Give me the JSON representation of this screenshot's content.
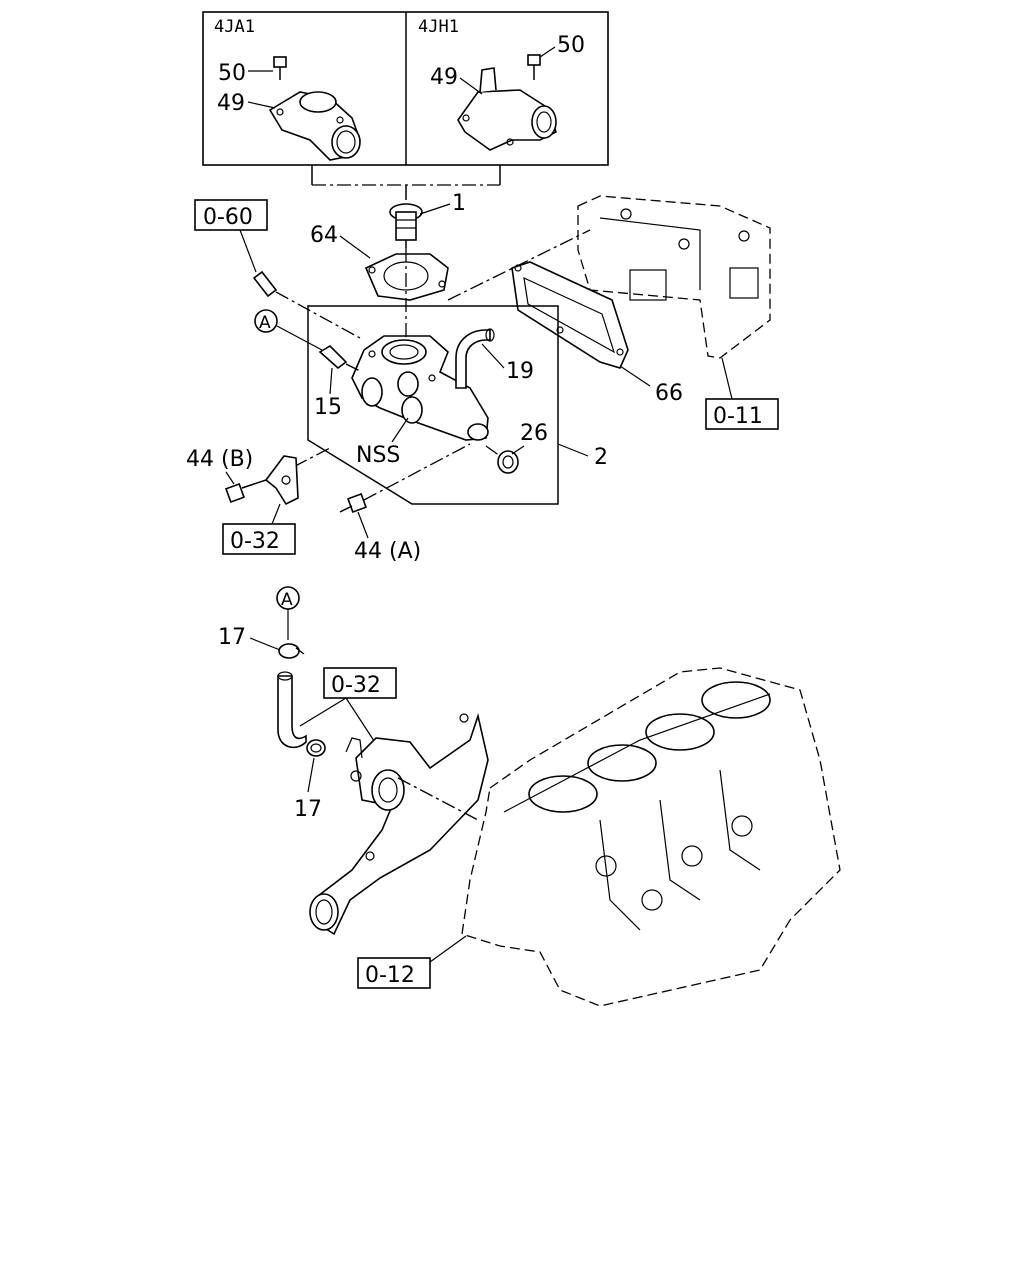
{
  "variants": [
    {
      "header": "4JA1"
    },
    {
      "header": "4JH1"
    }
  ],
  "part_numbers": {
    "p50_left": "50",
    "p49_left": "49",
    "p49_right": "49",
    "p50_right": "50",
    "p1": "1",
    "p64": "64",
    "p66": "66",
    "p19": "19",
    "p15": "15",
    "nss": "NSS",
    "p26": "26",
    "p2": "2",
    "p44b": "44 (B)",
    "p44a": "44 (A)",
    "p17_top": "17",
    "p17_bottom": "17"
  },
  "ref_boxes": {
    "r060": "0-60",
    "r011": "0-11",
    "r032_top": "0-32",
    "r032_bottom": "0-32",
    "r012": "0-12"
  },
  "callouts": {
    "a_top": "A",
    "a_bottom": "A"
  }
}
